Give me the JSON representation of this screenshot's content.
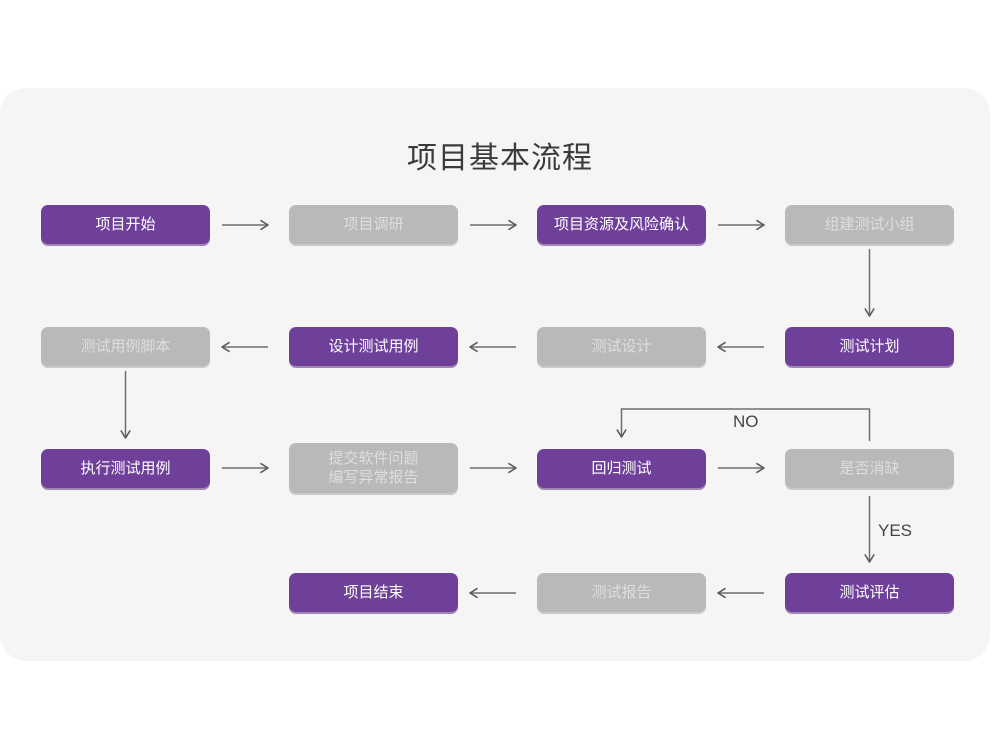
{
  "diagram": {
    "title": "项目基本流程",
    "colors": {
      "purple": "#6F409A",
      "gray": "#B9B9B9",
      "panel_background": "#F5F5F5",
      "page_background": "#FFFFFF",
      "connector": "#6E6E6E",
      "title_text": "#3B3B3B"
    },
    "nodes": [
      {
        "id": "n1",
        "label": "项目开始",
        "style": "purple",
        "row": 1,
        "col": 1
      },
      {
        "id": "n2",
        "label": "项目调研",
        "style": "gray",
        "row": 1,
        "col": 2
      },
      {
        "id": "n3",
        "label": "项目资源及风险确认",
        "style": "purple",
        "row": 1,
        "col": 3
      },
      {
        "id": "n4",
        "label": "组建测试小组",
        "style": "gray",
        "row": 1,
        "col": 4
      },
      {
        "id": "n5",
        "label": "测试用例脚本",
        "style": "gray",
        "row": 2,
        "col": 1
      },
      {
        "id": "n6",
        "label": "设计测试用例",
        "style": "purple",
        "row": 2,
        "col": 2
      },
      {
        "id": "n7",
        "label": "测试设计",
        "style": "gray",
        "row": 2,
        "col": 3
      },
      {
        "id": "n8",
        "label": "测试计划",
        "style": "purple",
        "row": 2,
        "col": 4
      },
      {
        "id": "n9",
        "label": "执行测试用例",
        "style": "purple",
        "row": 3,
        "col": 1
      },
      {
        "id": "n10",
        "label": "提交软件问题\n编写异常报告",
        "style": "gray",
        "row": 3,
        "col": 2
      },
      {
        "id": "n11",
        "label": "回归测试",
        "style": "purple",
        "row": 3,
        "col": 3
      },
      {
        "id": "n12",
        "label": "是否消缺",
        "style": "gray",
        "row": 3,
        "col": 4
      },
      {
        "id": "n13",
        "label": "项目结束",
        "style": "purple",
        "row": 4,
        "col": 2
      },
      {
        "id": "n14",
        "label": "测试报告",
        "style": "gray",
        "row": 4,
        "col": 3
      },
      {
        "id": "n15",
        "label": "测试评估",
        "style": "purple",
        "row": 4,
        "col": 4
      }
    ],
    "edge_labels": {
      "no": "NO",
      "yes": "YES"
    },
    "connections": [
      {
        "from": "n1",
        "to": "n2",
        "direction": "right"
      },
      {
        "from": "n2",
        "to": "n3",
        "direction": "right"
      },
      {
        "from": "n3",
        "to": "n4",
        "direction": "right"
      },
      {
        "from": "n4",
        "to": "n8",
        "direction": "down"
      },
      {
        "from": "n8",
        "to": "n7",
        "direction": "left"
      },
      {
        "from": "n7",
        "to": "n6",
        "direction": "left"
      },
      {
        "from": "n6",
        "to": "n5",
        "direction": "left"
      },
      {
        "from": "n5",
        "to": "n9",
        "direction": "down"
      },
      {
        "from": "n9",
        "to": "n10",
        "direction": "right"
      },
      {
        "from": "n10",
        "to": "n11",
        "direction": "right"
      },
      {
        "from": "n11",
        "to": "n12",
        "direction": "right"
      },
      {
        "from": "n12",
        "to": "n11",
        "direction": "loop-up-left",
        "label": "NO"
      },
      {
        "from": "n12",
        "to": "n15",
        "direction": "down",
        "label": "YES"
      },
      {
        "from": "n15",
        "to": "n14",
        "direction": "left"
      },
      {
        "from": "n14",
        "to": "n13",
        "direction": "left"
      }
    ]
  }
}
